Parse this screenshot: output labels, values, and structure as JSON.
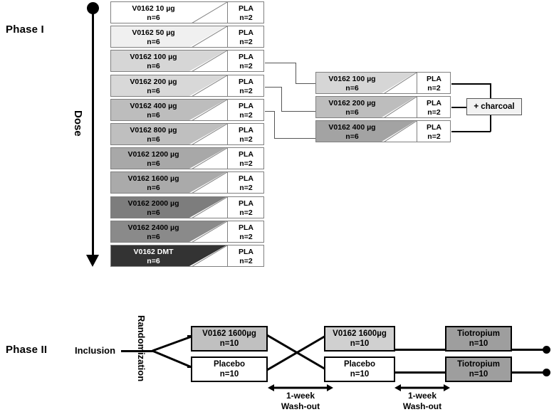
{
  "figure": {
    "type": "clinical-trial-flow-diagram",
    "phases": [
      {
        "id": "phase-1",
        "label": "Phase I"
      },
      {
        "id": "phase-2",
        "label": "Phase II"
      }
    ]
  },
  "phase1": {
    "label": "Phase I",
    "axis": {
      "caption": "Dose",
      "direction": "increasing-downward",
      "start_marker": "dot",
      "end_marker": "arrow"
    },
    "column_headers": {
      "treatment": "V0162",
      "placebo": "PLA"
    },
    "dose_rows": [
      {
        "drug": "V0162",
        "dose": "10",
        "unit": "µg",
        "n_drug": "n=6",
        "placebo": "PLA",
        "n_placebo": "n=2",
        "fill": "#ffffff",
        "text_color": "#000000"
      },
      {
        "drug": "V0162",
        "dose": "50",
        "unit": "µg",
        "n_drug": "n=6",
        "placebo": "PLA",
        "n_placebo": "n=2",
        "fill": "#f0f0f0",
        "text_color": "#000000"
      },
      {
        "drug": "V0162",
        "dose": "100",
        "unit": "µg",
        "n_drug": "n=6",
        "placebo": "PLA",
        "n_placebo": "n=2",
        "fill": "#d6d6d6",
        "text_color": "#000000"
      },
      {
        "drug": "V0162",
        "dose": "200",
        "unit": "µg",
        "n_drug": "n=6",
        "placebo": "PLA",
        "n_placebo": "n=2",
        "fill": "#d8d8d8",
        "text_color": "#000000"
      },
      {
        "drug": "V0162",
        "dose": "400",
        "unit": "µg",
        "n_drug": "n=6",
        "placebo": "PLA",
        "n_placebo": "n=2",
        "fill": "#bdbdbd",
        "text_color": "#000000"
      },
      {
        "drug": "V0162",
        "dose": "800",
        "unit": "µg",
        "n_drug": "n=6",
        "placebo": "PLA",
        "n_placebo": "n=2",
        "fill": "#bfbfbf",
        "text_color": "#000000"
      },
      {
        "drug": "V0162",
        "dose": "1200",
        "unit": "µg",
        "n_drug": "n=6",
        "placebo": "PLA",
        "n_placebo": "n=2",
        "fill": "#a8a8a8",
        "text_color": "#000000"
      },
      {
        "drug": "V0162",
        "dose": "1600",
        "unit": "µg",
        "n_drug": "n=6",
        "placebo": "PLA",
        "n_placebo": "n=2",
        "fill": "#aaaaaa",
        "text_color": "#000000"
      },
      {
        "drug": "V0162",
        "dose": "2000",
        "unit": "µg",
        "n_drug": "n=6",
        "placebo": "PLA",
        "n_placebo": "n=2",
        "fill": "#7d7d7d",
        "text_color": "#000000"
      },
      {
        "drug": "V0162",
        "dose": "2400",
        "unit": "µg",
        "n_drug": "n=6",
        "placebo": "PLA",
        "n_placebo": "n=2",
        "fill": "#8a8a8a",
        "text_color": "#000000"
      },
      {
        "drug": "V0162",
        "dose": "DMT",
        "unit": "",
        "n_drug": "n=6",
        "placebo": "PLA",
        "n_placebo": "n=2",
        "fill": "#333333",
        "text_color": "#ffffff"
      }
    ],
    "charcoal_arm": {
      "label": "+ charcoal",
      "rows": [
        {
          "drug": "V0162",
          "dose": "100",
          "unit": "µg",
          "n_drug": "n=6",
          "placebo": "PLA",
          "n_placebo": "n=2",
          "fill": "#d6d6d6"
        },
        {
          "drug": "V0162",
          "dose": "200",
          "unit": "µg",
          "n_drug": "n=6",
          "placebo": "PLA",
          "n_placebo": "n=2",
          "fill": "#bdbdbd"
        },
        {
          "drug": "V0162",
          "dose": "400",
          "unit": "µg",
          "n_drug": "n=6",
          "placebo": "PLA",
          "n_placebo": "n=2",
          "fill": "#a3a3a3"
        }
      ]
    }
  },
  "phase2": {
    "label": "Phase II",
    "inclusion_label": "Inclusion",
    "randomization_label": "Randomization",
    "period1": [
      {
        "title": "V0162 1600µg",
        "n": "n=10",
        "fill": "#c0c0c0"
      },
      {
        "title": "Placebo",
        "n": "n=10",
        "fill": "#ffffff"
      }
    ],
    "period2": [
      {
        "title": "V0162 1600µg",
        "n": "n=10",
        "fill": "#d0d0d0"
      },
      {
        "title": "Placebo",
        "n": "n=10",
        "fill": "#ffffff"
      }
    ],
    "period3": [
      {
        "title": "Tiotropium",
        "n": "n=10",
        "fill": "#9e9e9e"
      },
      {
        "title": "Tiotropium",
        "n": "n=10",
        "fill": "#9e9e9e"
      }
    ],
    "washouts": [
      {
        "line1": "1-week",
        "line2": "Wash-out"
      },
      {
        "line1": "1-week",
        "line2": "Wash-out"
      }
    ]
  }
}
